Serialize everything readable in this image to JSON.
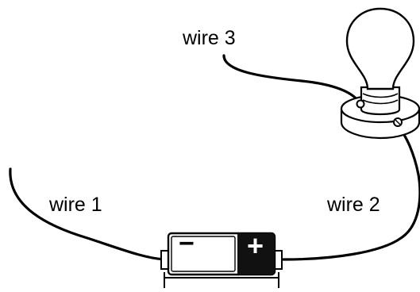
{
  "labels": {
    "wire1": "wire 1",
    "wire2": "wire 2",
    "wire3": "wire 3"
  },
  "battery": {
    "negative_symbol": "−",
    "positive_symbol": "+"
  },
  "colors": {
    "line": "#000000",
    "background": "#ffffff",
    "battery_positive_fill": "#111111"
  }
}
